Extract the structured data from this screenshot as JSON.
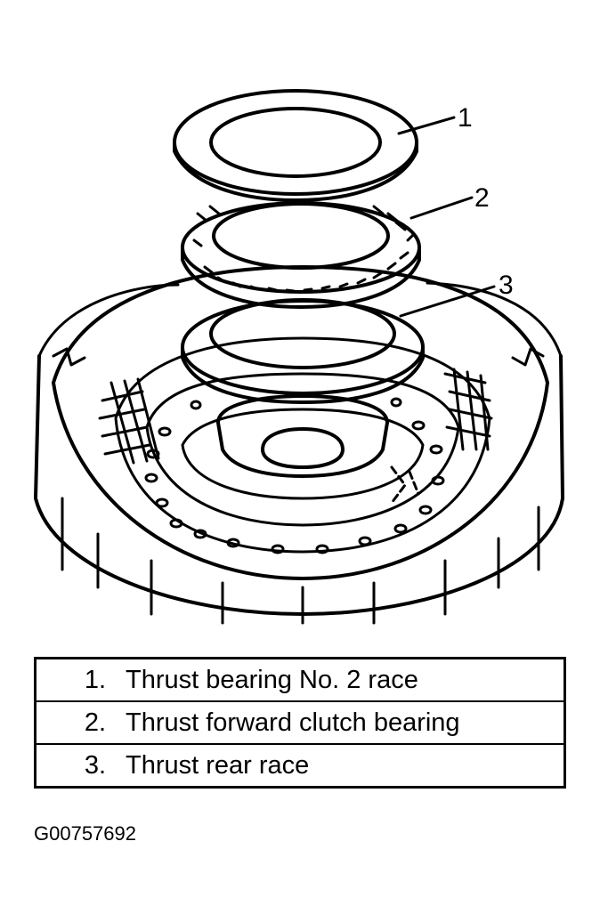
{
  "callouts": [
    {
      "number": "1",
      "label": "Thrust bearing No. 2 race"
    },
    {
      "number": "2",
      "label": "Thrust forward clutch bearing"
    },
    {
      "number": "3",
      "label": "Thrust rear race"
    }
  ],
  "legend": [
    {
      "number": "1.",
      "description": "Thrust bearing No. 2 race"
    },
    {
      "number": "2.",
      "description": "Thrust forward clutch bearing"
    },
    {
      "number": "3.",
      "description": "Thrust rear race"
    }
  ],
  "figure_id": "G00757692",
  "colors": {
    "ink": "#000000",
    "paper": "#ffffff"
  }
}
